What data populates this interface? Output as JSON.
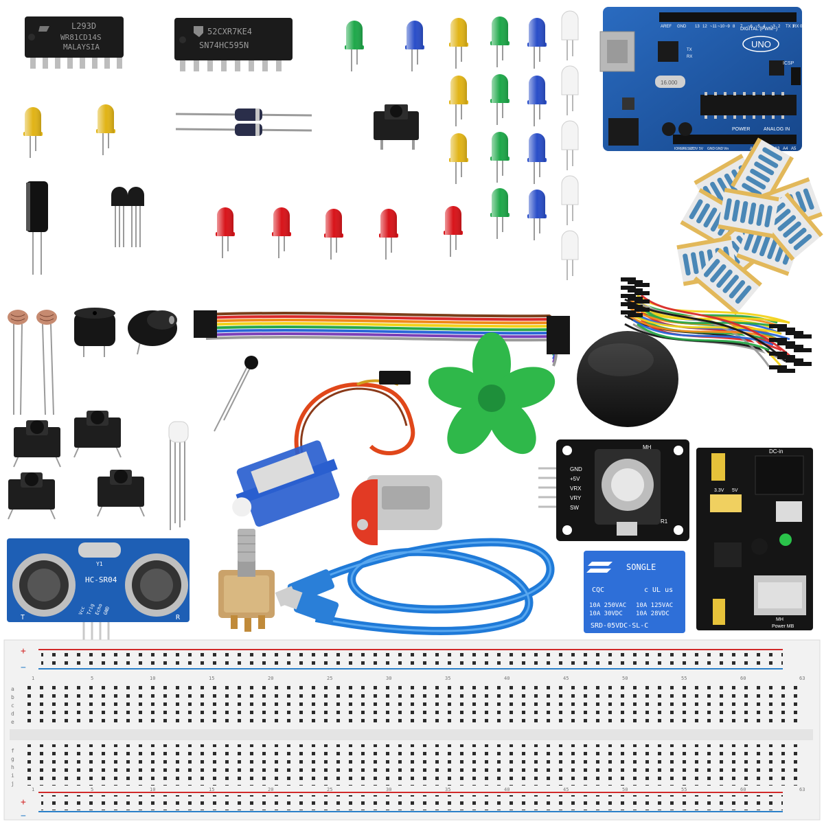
{
  "ic_chips": {
    "chip1": {
      "line1": "L293D",
      "line2": "WR81CD14S",
      "line3": "MALAYSIA"
    },
    "chip2": {
      "line1": "52CXR7KE4",
      "line2": "SN74HC595N"
    }
  },
  "arduino": {
    "board_label": "UNO",
    "digital_label": "DIGITAL (PWM~)",
    "aref_label": "AREF",
    "gnd_label": "GND",
    "tx_label": "TX",
    "rx_label": "RX",
    "power_label": "POWER",
    "analog_label": "ANALOG IN",
    "digital_pins": [
      "13",
      "12",
      "~11",
      "~10",
      "~9",
      "8",
      "7",
      "~6",
      "~5",
      "4",
      "~3",
      "2",
      "TX 1",
      "RX 0"
    ],
    "power_pins": [
      "IOREF",
      "RESET",
      "3.3V",
      "5V",
      "GND",
      "GND",
      "Vin"
    ],
    "analog_pins": [
      "A0",
      "A1",
      "A2",
      "A3",
      "A4",
      "A5"
    ],
    "icsp_label": "ICSP",
    "crystal_label": "16.000"
  },
  "sensor_module": {
    "label": "HC-SR04",
    "pins": [
      "Vcc",
      "Trig",
      "Echo",
      "GND"
    ],
    "t_label": "T",
    "r_label": "R",
    "y1_label": "Y1"
  },
  "joystick_module": {
    "pins": [
      "GND",
      "+5V",
      "VRX",
      "VRY",
      "SW"
    ],
    "brand": "MH",
    "r1_label": "R1"
  },
  "relay": {
    "brand": "SONGLE",
    "rating_left_1": "10A 250VAC",
    "rating_left_2": "10A  30VDC",
    "rating_right_1": "10A 125VAC",
    "rating_right_2": "10A  28VDC",
    "cert_1": "CQC",
    "cert_2": "c UL us",
    "model": "SRD-05VDC-SL-C"
  },
  "power_module": {
    "dc_in_label": "DC-in",
    "brand": "MH",
    "title": "Power MB",
    "v_labels": [
      "3.3V",
      "5V"
    ]
  },
  "breadboard": {
    "row_labels_top": [
      "a",
      "b",
      "c",
      "d",
      "e"
    ],
    "row_labels_bottom": [
      "f",
      "g",
      "h",
      "i",
      "j"
    ],
    "column_numbers": [
      "1",
      "5",
      "10",
      "15",
      "20",
      "25",
      "30",
      "35",
      "40",
      "45",
      "50",
      "55",
      "60",
      "63"
    ],
    "plus_label": "+",
    "minus_label": "−"
  },
  "colors": {
    "arduino_blue": "#1e5fa8",
    "led_red": "#d8141a",
    "led_green": "#1fa84a",
    "led_blue": "#2a4ec8",
    "led_yellow": "#e1b417",
    "fan_green": "#2fb84a",
    "servo_blue": "#2a5fcf",
    "relay_blue": "#2e6fd8",
    "cable_blue": "#1f7ad8",
    "rail_red": "#d22a2a",
    "rail_blue": "#2a7fc8"
  }
}
